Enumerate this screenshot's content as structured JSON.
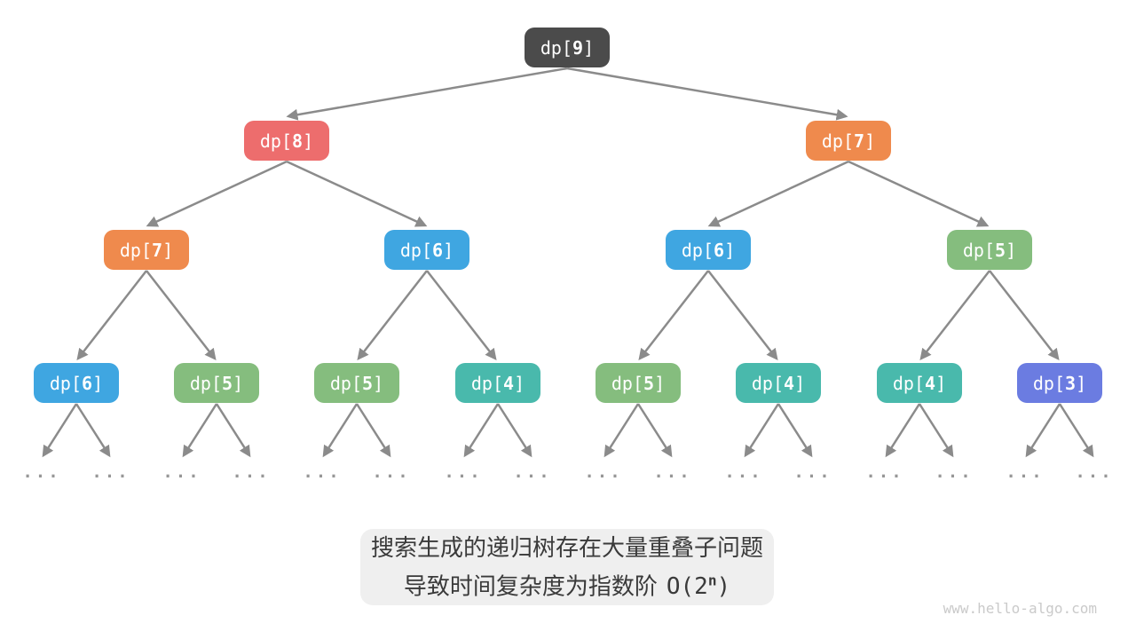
{
  "palette": {
    "root_dark": "#4b4b4b",
    "red": "#ed6d6d",
    "orange": "#ef8a4d",
    "blue": "#3fa6e1",
    "green": "#85bd7e",
    "teal": "#49b9ac",
    "purple": "#6b7ce1",
    "arrow": "#8b8b8b",
    "ellipsis_gray": "#979797",
    "caption_bg": "#efefef",
    "caption_text": "#3a3a3a",
    "watermark_gray": "#cacaca"
  },
  "tree": {
    "ellipsis": "...",
    "levels": [
      {
        "nodes": [
          {
            "prefix": "dp[",
            "num": "9",
            "suffix": "]",
            "color": "#4b4b4b"
          }
        ]
      },
      {
        "nodes": [
          {
            "prefix": "dp[",
            "num": "8",
            "suffix": "]",
            "color": "#ed6d6d"
          },
          {
            "prefix": "dp[",
            "num": "7",
            "suffix": "]",
            "color": "#ef8a4d"
          }
        ]
      },
      {
        "nodes": [
          {
            "prefix": "dp[",
            "num": "7",
            "suffix": "]",
            "color": "#ef8a4d"
          },
          {
            "prefix": "dp[",
            "num": "6",
            "suffix": "]",
            "color": "#3fa6e1"
          },
          {
            "prefix": "dp[",
            "num": "6",
            "suffix": "]",
            "color": "#3fa6e1"
          },
          {
            "prefix": "dp[",
            "num": "5",
            "suffix": "]",
            "color": "#85bd7e"
          }
        ]
      },
      {
        "nodes": [
          {
            "prefix": "dp[",
            "num": "6",
            "suffix": "]",
            "color": "#3fa6e1"
          },
          {
            "prefix": "dp[",
            "num": "5",
            "suffix": "]",
            "color": "#85bd7e"
          },
          {
            "prefix": "dp[",
            "num": "5",
            "suffix": "]",
            "color": "#85bd7e"
          },
          {
            "prefix": "dp[",
            "num": "4",
            "suffix": "]",
            "color": "#49b9ac"
          },
          {
            "prefix": "dp[",
            "num": "5",
            "suffix": "]",
            "color": "#85bd7e"
          },
          {
            "prefix": "dp[",
            "num": "4",
            "suffix": "]",
            "color": "#49b9ac"
          },
          {
            "prefix": "dp[",
            "num": "4",
            "suffix": "]",
            "color": "#49b9ac"
          },
          {
            "prefix": "dp[",
            "num": "3",
            "suffix": "]",
            "color": "#6b7ce1"
          }
        ]
      }
    ]
  },
  "caption": {
    "line1": "搜索生成的递归树存在大量重叠子问题",
    "line2_text": "导致时间复杂度为指数阶",
    "formula_pre": "O(2",
    "formula_sup": "n",
    "formula_post": ")"
  },
  "watermark": "www.hello-algo.com"
}
